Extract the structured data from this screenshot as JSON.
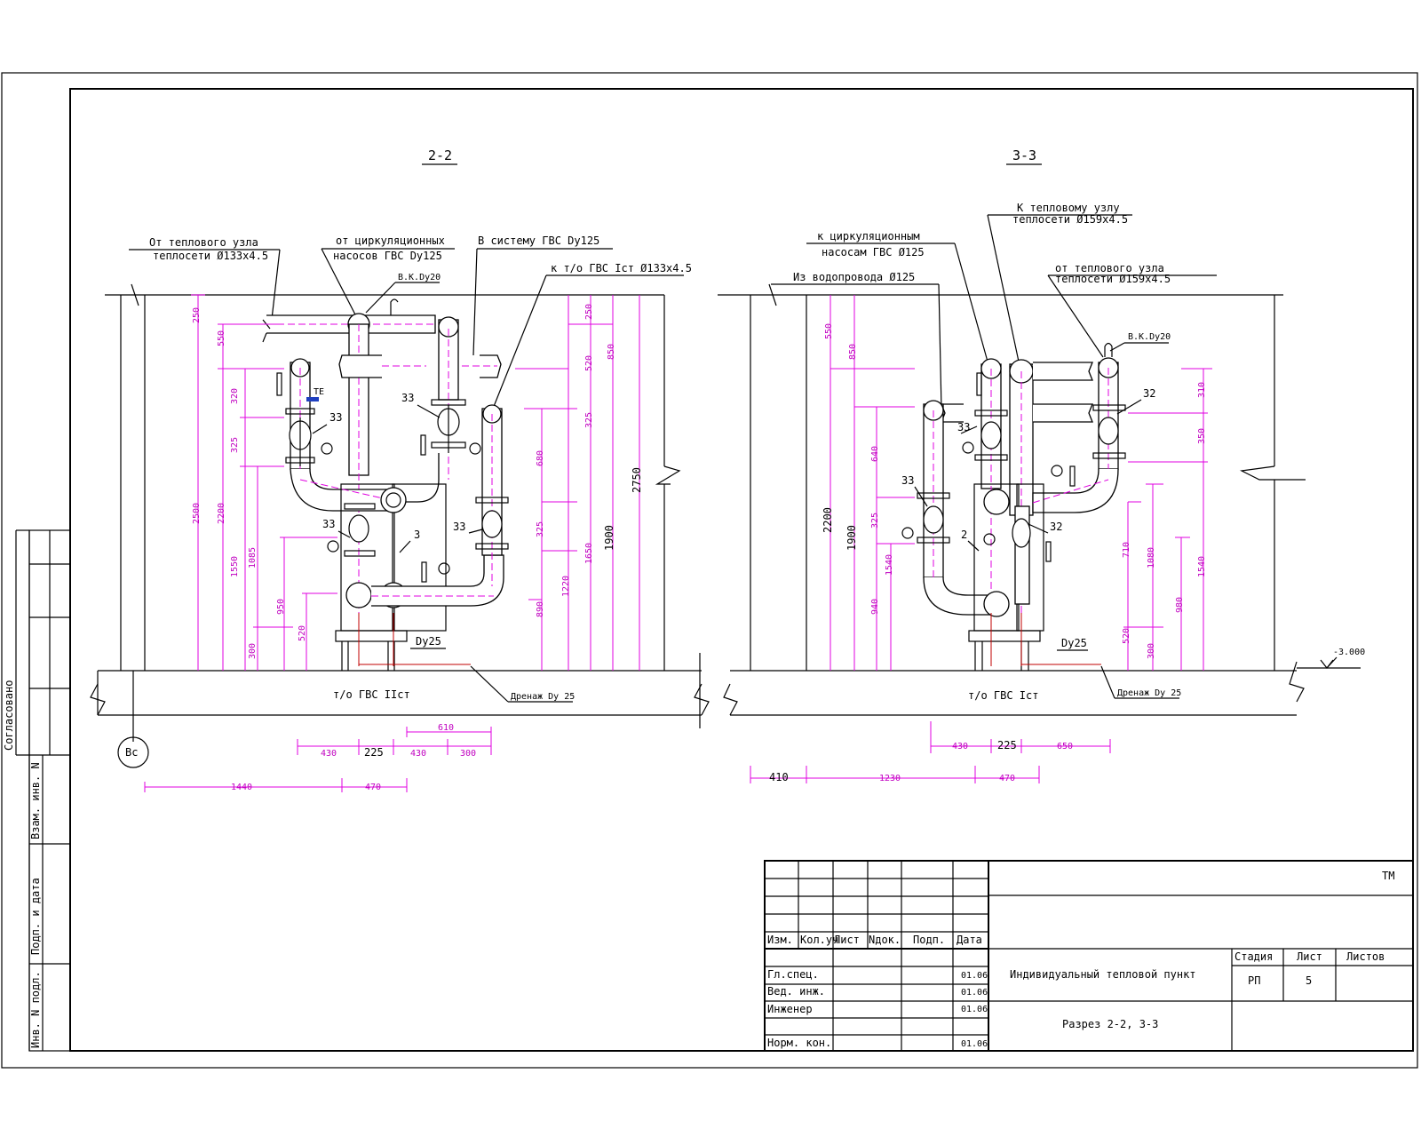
{
  "sections": {
    "left": {
      "title": "2-2",
      "labels": {
        "from_node": "От теплового узла",
        "from_node_pipe": "теплосети Ø133x4.5",
        "from_circ": "от циркуляционных",
        "from_circ_pipe": "насосов ГВС Dу125",
        "to_system": "В систему ГВС Dу125",
        "to_hx": "к т/о ГВС Iст Ø133x4.5",
        "vent": "В.К.Dу20",
        "te": "TE",
        "dy25": "Dу25",
        "drain": "Дренаж Dу 25",
        "floor": "т/о ГВС IIст",
        "axis": "Вс",
        "item3": "3"
      },
      "callouts": [
        "33",
        "33",
        "33",
        "33"
      ],
      "dims_vertical": [
        "250",
        "550",
        "2500",
        "2200",
        "320",
        "325",
        "1550",
        "1085",
        "300",
        "950",
        "520",
        "250",
        "520",
        "850",
        "325",
        "680",
        "325",
        "890",
        "1220",
        "1650",
        "1900",
        "2750"
      ],
      "dims_horizontal": [
        "610",
        "430",
        "225",
        "430",
        "300",
        "1440",
        "470"
      ]
    },
    "right": {
      "title": "3-3",
      "labels": {
        "to_circ": "к циркуляционным",
        "to_circ_pipe": "насосам ГВС Ø125",
        "to_node": "К тепловому узлу",
        "to_node_pipe": "теплосети Ø159x4.5",
        "from_node": "от теплового узла",
        "from_node_pipe": "теплосети Ø159x4.5",
        "from_water": "Из водопровода Ø125",
        "vent": "В.К.Dу20",
        "dy25": "Dу25",
        "drain": "Дренаж Dу 25",
        "floor": "т/о ГВС Iст",
        "level": "-3.000",
        "item2": "2"
      },
      "callouts": [
        "33",
        "33",
        "32",
        "32"
      ],
      "dims_vertical": [
        "550",
        "850",
        "2200",
        "1900",
        "640",
        "325",
        "1540",
        "940",
        "310",
        "350",
        "710",
        "1080",
        "1540",
        "520",
        "300",
        "980"
      ],
      "dims_horizontal": [
        "430",
        "225",
        "650",
        "410",
        "1230",
        "470"
      ]
    }
  },
  "side_stamp": {
    "agreed": "Согласовано",
    "vzam": "Взам. инв. N",
    "podp": "Подп. и дата",
    "inv": "Инв. N подл."
  },
  "title_block": {
    "code": "ТМ",
    "header": [
      "Изм.",
      "Кол.уч",
      "Лист",
      "Nдок.",
      "Подп.",
      "Дата"
    ],
    "roles": [
      {
        "role": "Гл.спец.",
        "date": "01.06"
      },
      {
        "role": "Вед. инж.",
        "date": "01.06"
      },
      {
        "role": "Инженер",
        "date": "01.06"
      },
      {
        "role": "",
        "date": ""
      },
      {
        "role": "Норм. кон.",
        "date": "01.06"
      }
    ],
    "object": "Индивидуальный тепловой пункт",
    "sheet_title": "Разрез 2-2, 3-3",
    "stage_label": "Стадия",
    "sheet_label": "Лист",
    "sheets_label": "Листов",
    "stage": "РП",
    "sheet": "5",
    "sheets": ""
  }
}
